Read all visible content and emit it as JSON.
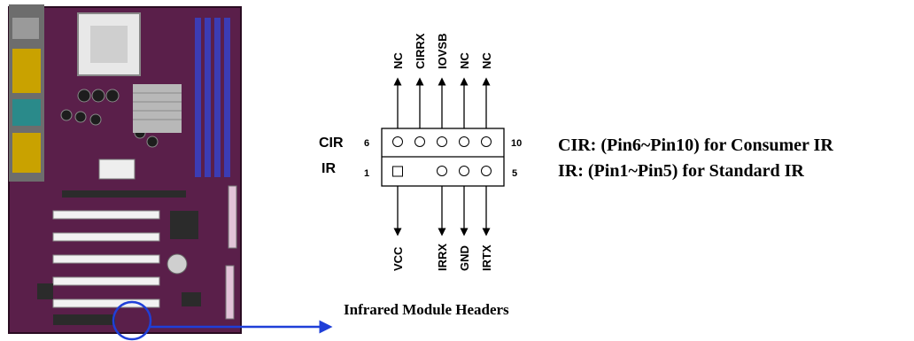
{
  "header": {
    "top_pins": [
      "NC",
      "CIRRX",
      "IOVSB",
      "NC",
      "NC"
    ],
    "bottom_pins": [
      "VCC",
      "",
      "IRRX",
      "GND",
      "IRTX"
    ],
    "row_labels": {
      "cir": "CIR",
      "ir": "IR"
    },
    "pin_numbers": {
      "top_left": "6",
      "top_right": "10",
      "bottom_left": "1",
      "bottom_right": "5"
    }
  },
  "descriptions": [
    "CIR: (Pin6~Pin10) for Consumer IR",
    "IR: (Pin1~Pin5) for Standard IR"
  ],
  "caption": "Infrared Module Headers",
  "colors": {
    "board": "#5a1f4a",
    "slot": "#f2f2f2",
    "dimm": "#3c3cb4",
    "callout": "#1f3fd8"
  }
}
